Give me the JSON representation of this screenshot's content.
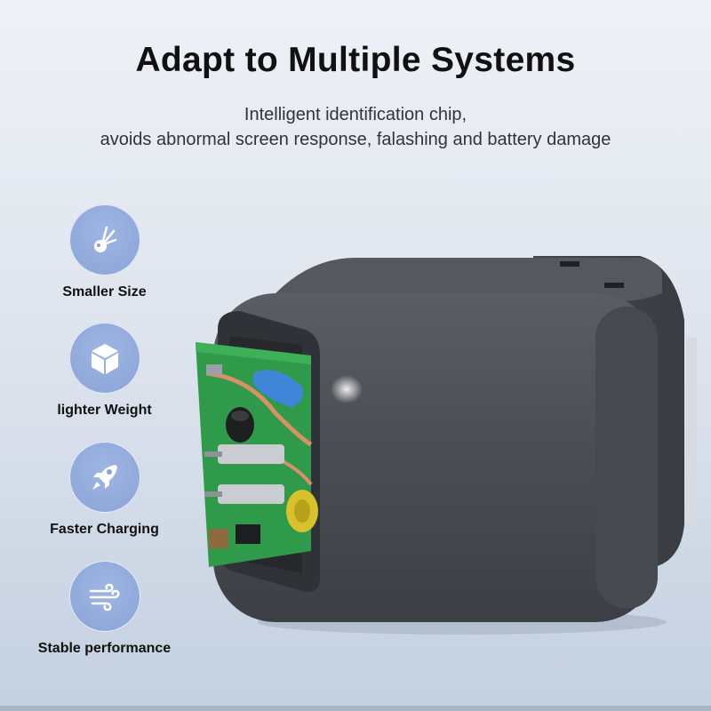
{
  "header": {
    "title": "Adapt to Multiple Systems",
    "subtitle_line1": "Intelligent identification chip,",
    "subtitle_line2": "avoids abnormal screen response, falashing and battery damage"
  },
  "features": [
    {
      "icon": "small-size-icon",
      "label": "Smaller Size"
    },
    {
      "icon": "cube-icon",
      "label": "lighter Weight"
    },
    {
      "icon": "rocket-icon",
      "label": "Faster Charging"
    },
    {
      "icon": "wind-icon",
      "label": "Stable performance"
    }
  ],
  "colors": {
    "icon_circle": "#8aa3d6",
    "charger_body": "#4a4d52",
    "pcb_green": "#2f9a4a"
  }
}
